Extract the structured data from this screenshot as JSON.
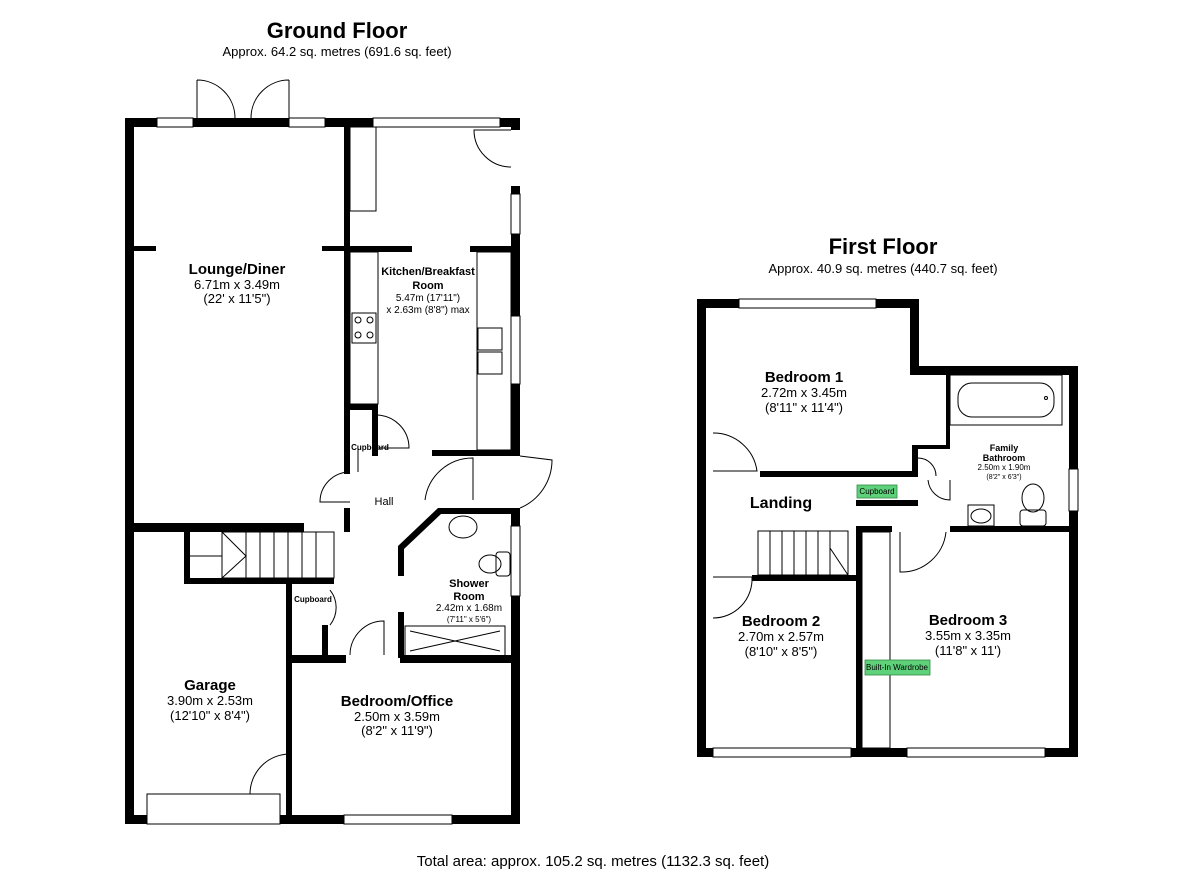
{
  "ground_floor": {
    "title": "Ground Floor",
    "area": "Approx. 64.2 sq. metres (691.6 sq. feet)",
    "rooms": {
      "lounge": {
        "name": "Lounge/Diner",
        "dim1": "6.71m x 3.49m",
        "dim2": "(22' x 11'5\")"
      },
      "kitchen": {
        "name1": "Kitchen/Breakfast",
        "name2": "Room",
        "dim1": "5.47m (17'11\")",
        "dim2": "x 2.63m (8'8\") max"
      },
      "cupboard_hall": {
        "name": "Cupboard"
      },
      "hall": {
        "name": "Hall"
      },
      "shower": {
        "name1": "Shower",
        "name2": "Room",
        "dim1": "2.42m x 1.68m",
        "dim2": "(7'11\" x 5'6\")"
      },
      "cupboard_lower": {
        "name": "Cupboard"
      },
      "garage": {
        "name": "Garage",
        "dim1": "3.90m x 2.53m",
        "dim2": "(12'10\" x 8'4\")"
      },
      "bedroom_office": {
        "name": "Bedroom/Office",
        "dim1": "2.50m x 3.59m",
        "dim2": "(8'2\" x 11'9\")"
      }
    }
  },
  "first_floor": {
    "title": "First Floor",
    "area": "Approx. 40.9 sq. metres (440.7 sq. feet)",
    "rooms": {
      "bedroom1": {
        "name": "Bedroom 1",
        "dim1": "2.72m x 3.45m",
        "dim2": "(8'11\" x 11'4\")"
      },
      "bathroom": {
        "name1": "Family",
        "name2": "Bathroom",
        "dim1": "2.50m x 1.90m",
        "dim2": "(8'2\" x 6'3\")"
      },
      "landing": {
        "name": "Landing"
      },
      "cupboard_tag": {
        "name": "Cupboard"
      },
      "bedroom2": {
        "name": "Bedroom 2",
        "dim1": "2.70m x 2.57m",
        "dim2": "(8'10\" x 8'5\")"
      },
      "bedroom3": {
        "name": "Bedroom 3",
        "dim1": "3.55m x 3.35m",
        "dim2": "(11'8\" x 11')"
      },
      "wardrobe_tag": {
        "name": "Built-In Wardrobe"
      }
    }
  },
  "total": "Total area: approx. 105.2 sq. metres (1132.3 sq. feet)",
  "colors": {
    "tag_fill": "#5fd17a",
    "wall": "#000000"
  }
}
